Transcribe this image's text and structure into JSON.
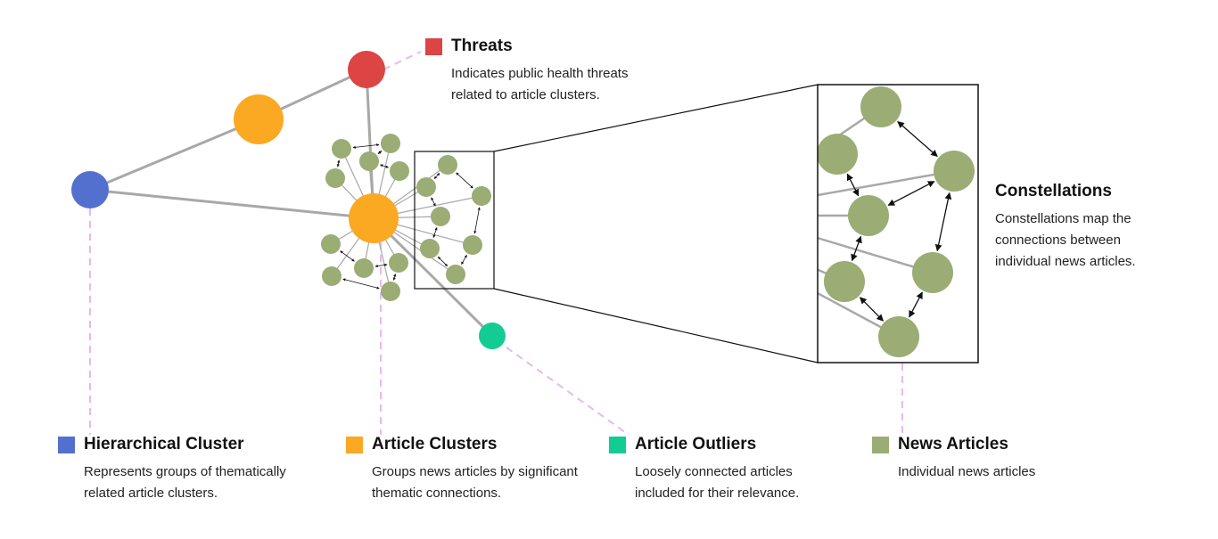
{
  "colors": {
    "threat": "#DD4444",
    "cluster": "#FBA823",
    "hierarchical": "#5470CF",
    "outlier": "#12CC94",
    "article": "#9BAC74",
    "edge": "#A8A8A8",
    "leader": "#E8B8EE"
  },
  "legend": {
    "threats": {
      "title": "Threats",
      "desc": "Indicates public health threats related to article clusters."
    },
    "hierarchical": {
      "title": "Hierarchical Cluster",
      "desc": "Represents groups of thematically related article clusters."
    },
    "clusters": {
      "title": "Article Clusters",
      "desc": "Groups news articles by significant thematic connections."
    },
    "outliers": {
      "title": "Article Outliers",
      "desc": "Loosely connected articles included for their relevance."
    },
    "articles": {
      "title": "News Articles",
      "desc": "Individual news articles"
    }
  },
  "constellations": {
    "title": "Constellations",
    "desc": "Constellations map the connections between individual news articles."
  }
}
